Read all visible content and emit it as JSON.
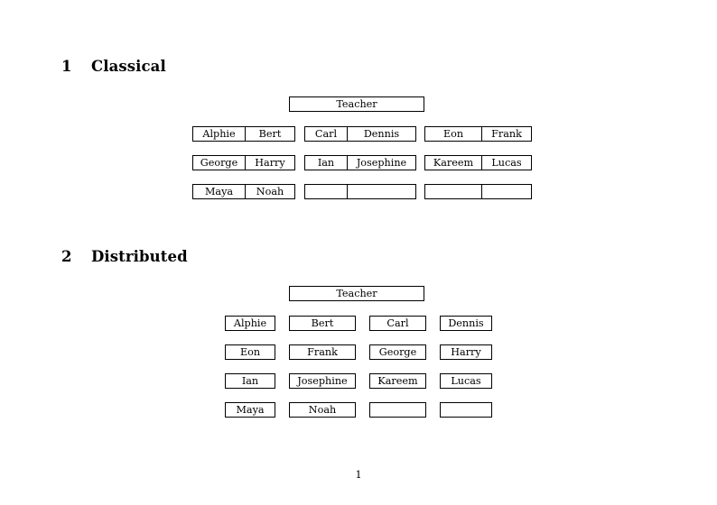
{
  "document": {
    "page_number": "1",
    "sections": [
      {
        "number": "1",
        "title": "Classical",
        "teacher_label": "Teacher",
        "layout": "paired-columns",
        "groups": [
          {
            "name": "group-left",
            "rows": [
              [
                "Alphie",
                "Bert"
              ],
              [
                "George",
                "Harry"
              ],
              [
                "Maya",
                "Noah"
              ]
            ]
          },
          {
            "name": "group-middle",
            "rows": [
              [
                "Carl",
                "Dennis"
              ],
              [
                "Ian",
                "Josephine"
              ],
              [
                "",
                ""
              ]
            ]
          },
          {
            "name": "group-right",
            "rows": [
              [
                "Eon",
                "Frank"
              ],
              [
                "Kareem",
                "Lucas"
              ],
              [
                "",
                ""
              ]
            ]
          }
        ]
      },
      {
        "number": "2",
        "title": "Distributed",
        "teacher_label": "Teacher",
        "layout": "single-boxes",
        "rows": [
          [
            "Alphie",
            "Bert",
            "Carl",
            "Dennis"
          ],
          [
            "Eon",
            "Frank",
            "George",
            "Harry"
          ],
          [
            "Ian",
            "Josephine",
            "Kareem",
            "Lucas"
          ],
          [
            "Maya",
            "Noah",
            "",
            ""
          ]
        ]
      }
    ]
  }
}
